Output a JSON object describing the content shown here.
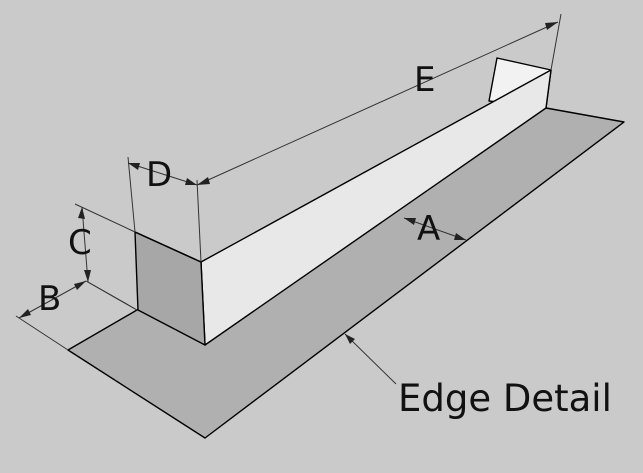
{
  "labels": {
    "a": "A",
    "b": "B",
    "c": "C",
    "d": "D",
    "e": "E"
  },
  "caption": "Edge Detail",
  "colors": {
    "background": "#cacaca",
    "base_flange": "#b0b0b0",
    "wall_front": "#e8e8e8",
    "wall_end": "#a7a7a7",
    "wall_inner": "#f2f2f2",
    "lines": "#000000"
  }
}
